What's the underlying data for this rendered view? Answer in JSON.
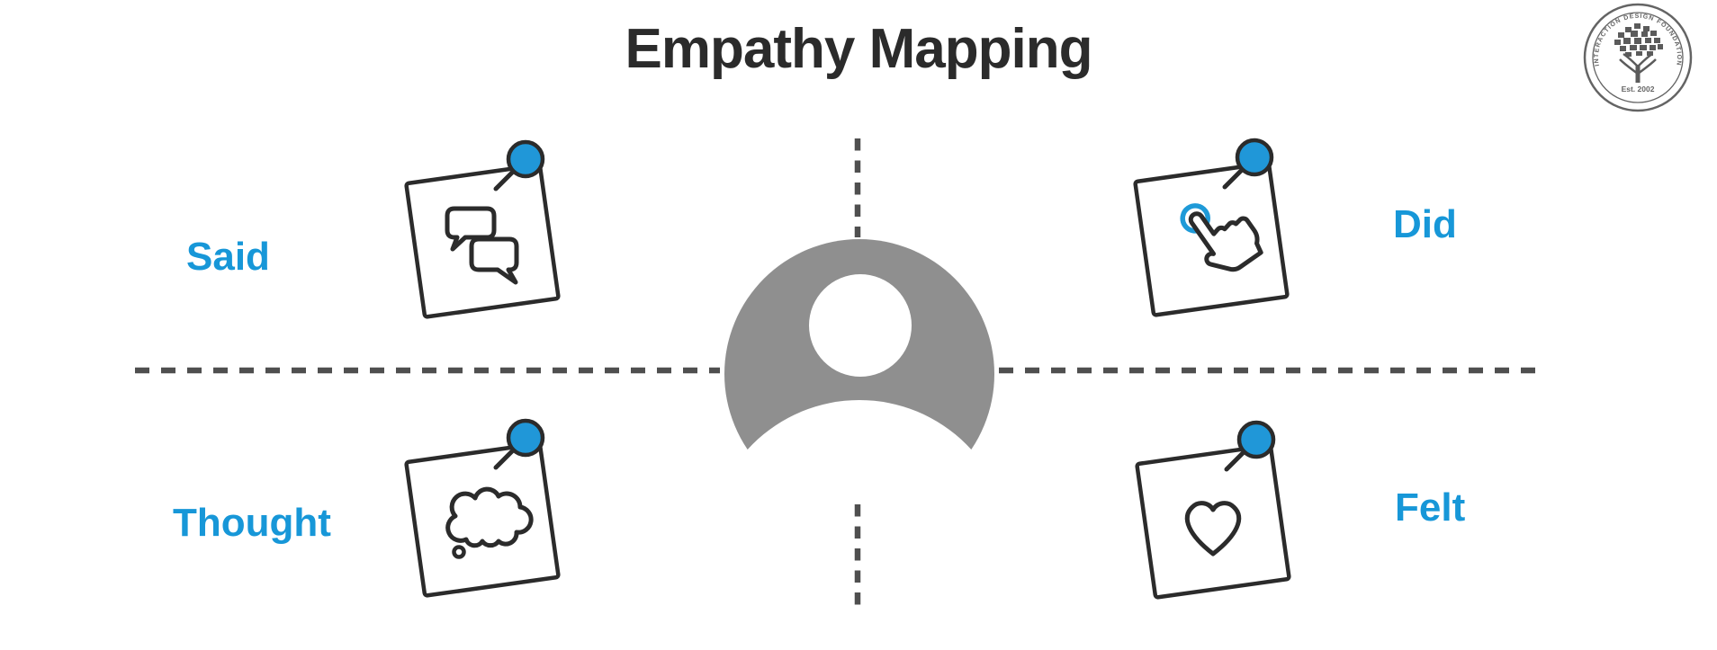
{
  "title": "Empathy Mapping",
  "quadrants": [
    {
      "label": "Said",
      "icon": "speech-bubbles-icon"
    },
    {
      "label": "Did",
      "icon": "tap-hand-icon"
    },
    {
      "label": "Thought",
      "icon": "thought-cloud-icon"
    },
    {
      "label": "Felt",
      "icon": "heart-icon"
    }
  ],
  "center": {
    "icon": "person-icon"
  },
  "logo": {
    "name": "interaction-design-foundation-seal",
    "arc_text": "INTERACTION DESIGN FOUNDATION",
    "established": "Est. 2002"
  },
  "colors": {
    "label_blue": "#1797d8",
    "pin_blue": "#2097d8",
    "ring_blue": "#1e9ad8",
    "person_gray": "#8f8f8f",
    "line_gray": "#4f4f4f",
    "ink": "#2b2b2b",
    "background": "#ffffff"
  }
}
